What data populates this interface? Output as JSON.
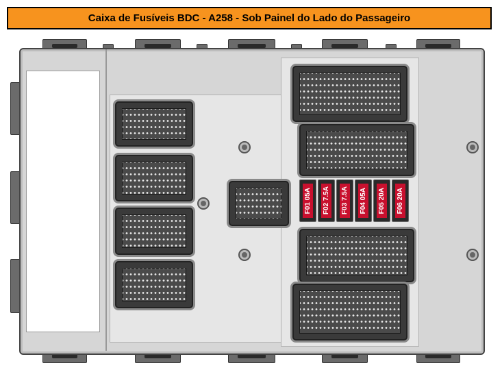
{
  "title": "Caixa de Fusíveis BDC - A258 - Sob Painel do Lado do Passageiro",
  "colors": {
    "title_bg": "#F7931E",
    "fuse": "#c8102e",
    "board": "#d6d6d6"
  },
  "fuses": [
    {
      "label": "F01 05A"
    },
    {
      "label": "F02 7.5A"
    },
    {
      "label": "F03 7.5A"
    },
    {
      "label": "F04 05A"
    },
    {
      "label": "F05 20A"
    },
    {
      "label": "F06 20A"
    }
  ]
}
